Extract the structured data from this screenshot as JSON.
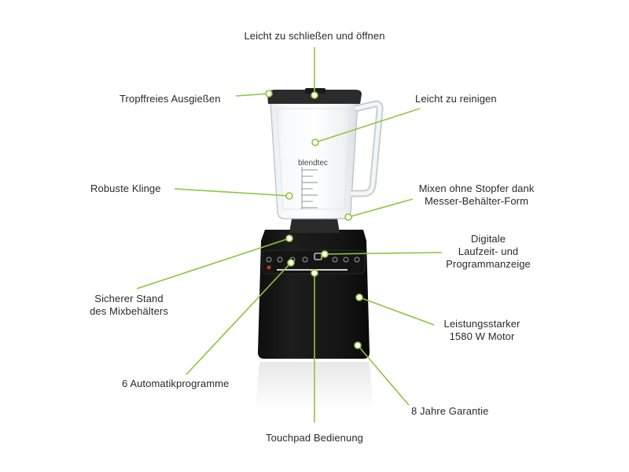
{
  "brand": "blendtec",
  "accent_color": "#8dc63f",
  "features": {
    "lid": "Leicht zu schließen und öffnen",
    "spout": "Tropffreies Ausgießen",
    "clean": "Leicht zu reinigen",
    "blade": "Robuste Klinge",
    "no_stopper_line1": "Mixen ohne Stopfer dank",
    "no_stopper_line2": "Messer-Behälter-Form",
    "display_line1": "Digitale",
    "display_line2": "Laufzeit- und",
    "display_line3": "Programmanzeige",
    "stand_line1": "Sicherer Stand",
    "stand_line2": "des Mixbehälters",
    "motor_line1": "Leistungsstarker",
    "motor_line2": "1580 W Motor",
    "programs": "6 Automatikprogramme",
    "warranty": "8 Jahre Garantie",
    "touchpad": "Touchpad Bedienung"
  }
}
